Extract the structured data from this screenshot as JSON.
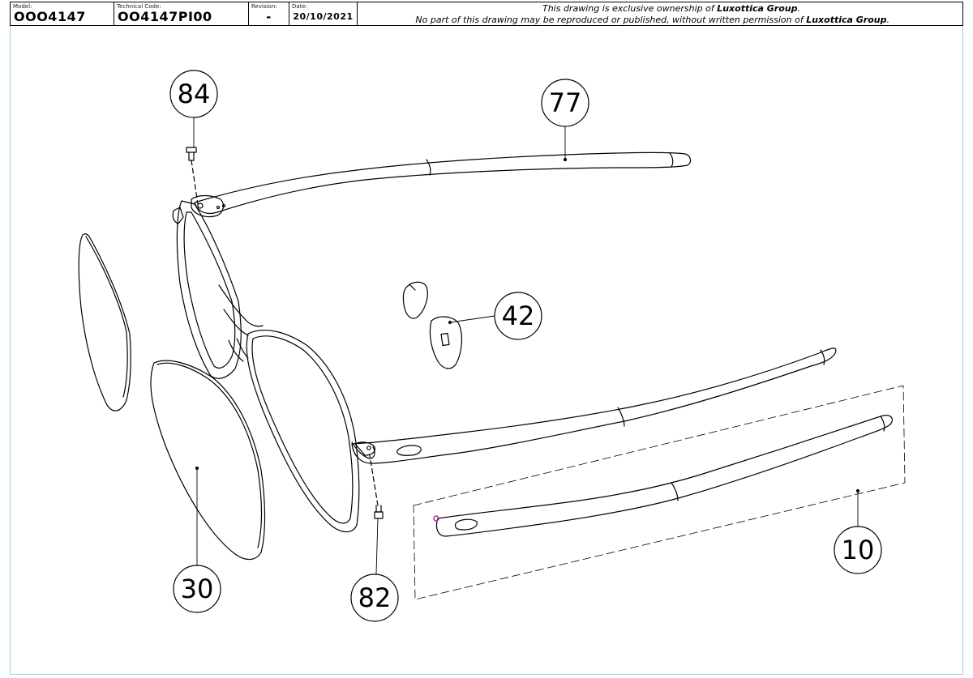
{
  "title_block": {
    "model_label": "Model:",
    "model_value": "OOO4147",
    "technical_code_label": "Technical Code:",
    "technical_code_value": "OO4147PI00",
    "revision_label": "Revision:",
    "revision_value": "-",
    "date_label": "Date:",
    "date_value": "20/10/2021",
    "notice_line1_prefix": "This drawing is exclusive ownership of ",
    "notice_line1_owner": "Luxottica Group",
    "notice_line1_suffix": ".",
    "notice_line2_prefix": "No part of this drawing may be reproduced or published, without written permission of ",
    "notice_line2_owner": "Luxottica Group",
    "notice_line2_suffix": "."
  },
  "callouts": [
    {
      "id": "84",
      "label": "84"
    },
    {
      "id": "77",
      "label": "77"
    },
    {
      "id": "42",
      "label": "42"
    },
    {
      "id": "30",
      "label": "30"
    },
    {
      "id": "82",
      "label": "82"
    },
    {
      "id": "10",
      "label": "10"
    }
  ],
  "colors": {
    "line": "#000000",
    "frame_border": "#9fd6d2",
    "highlight_dot": "#b02a9a"
  }
}
